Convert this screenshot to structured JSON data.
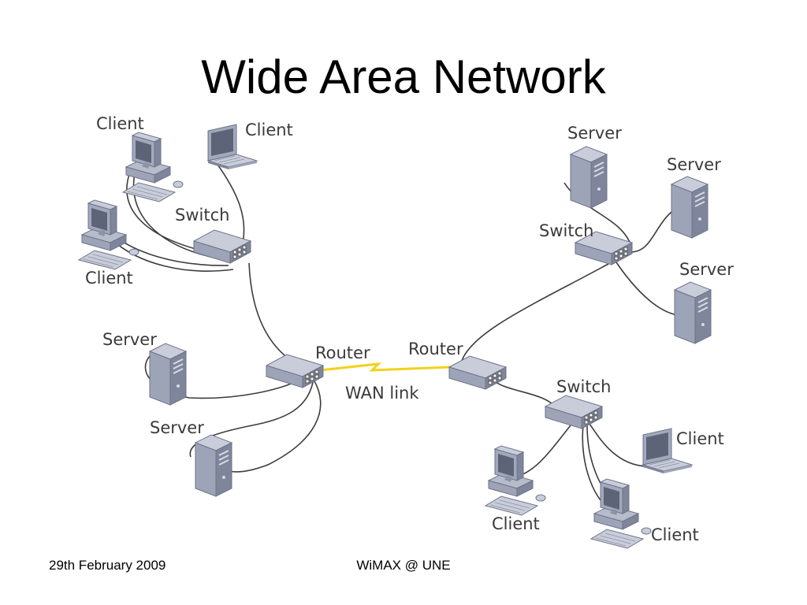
{
  "title": "Wide Area Network",
  "labels": {
    "client_top_left": "Client",
    "client_top_mid": "Client",
    "client_left": "Client",
    "switch_left": "Switch",
    "server_left_1": "Server",
    "server_left_2": "Server",
    "router_left": "Router",
    "router_right": "Router",
    "wan_link": "WAN link",
    "server_right_1": "Server",
    "server_right_2": "Server",
    "server_right_3": "Server",
    "switch_right_top": "Switch",
    "switch_right_bottom": "Switch",
    "client_bottom_right_laptop": "Client",
    "client_bottom_1": "Client",
    "client_bottom_2": "Client"
  },
  "colors": {
    "device_light": "#c9cdda",
    "device_mid": "#9ea4b8",
    "device_dark": "#6e7488",
    "cable": "#3c3c3c",
    "wan_link": "#f2d21a"
  },
  "footer": {
    "date": "29th February 2009",
    "org": "WiMAX @ UNE"
  }
}
